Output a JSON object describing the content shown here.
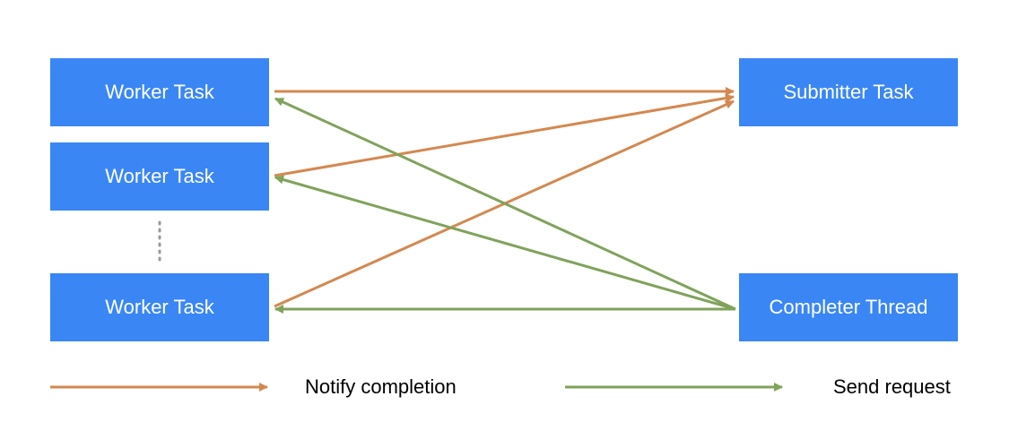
{
  "colors": {
    "box": "#3a86f5",
    "notify": "#d4884f",
    "send": "#7fa35a",
    "dots": "#9a9a9a"
  },
  "boxes": {
    "worker_1": "Worker Task",
    "worker_2": "Worker Task",
    "worker_3": "Worker Task",
    "submitter": "Submitter Task",
    "completer": "Completer Thread"
  },
  "legend": {
    "notify_label": "Notify completion",
    "send_label": "Send request"
  }
}
